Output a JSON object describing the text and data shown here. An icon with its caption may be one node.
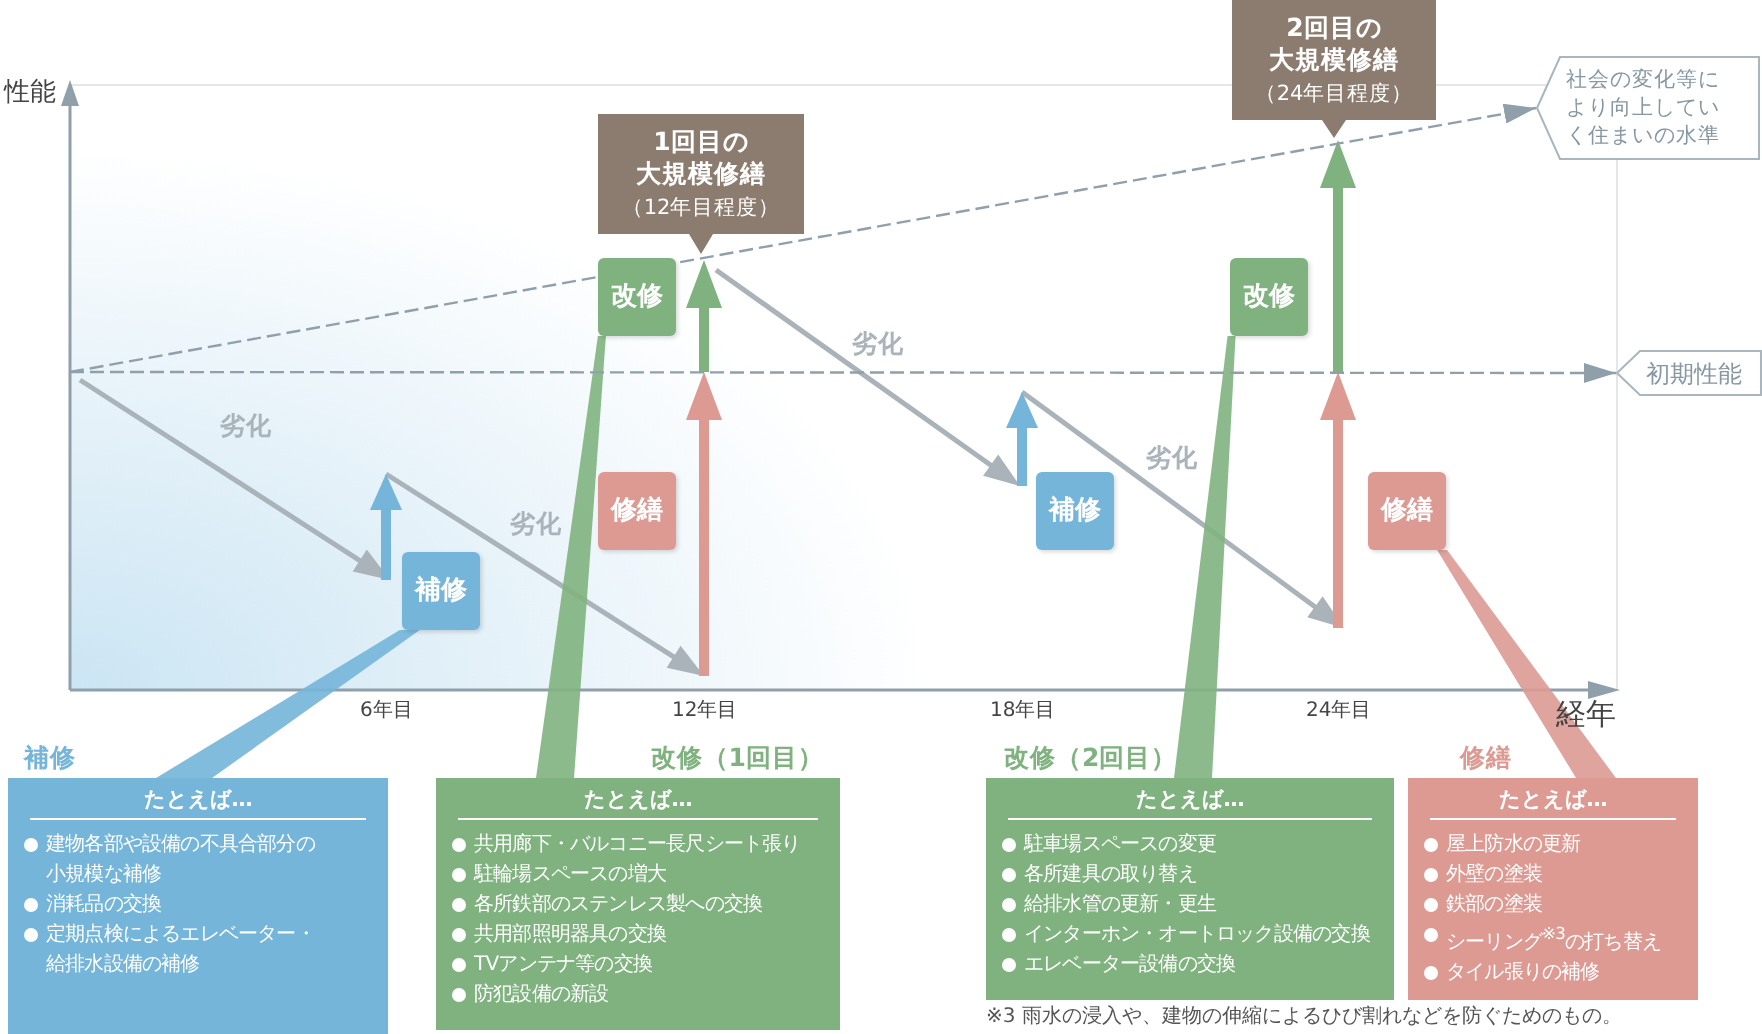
{
  "diagram": {
    "nodes": [
      {
        "text": [
          "1回目の大規模修繕",
          "（12年目程度）"
        ]
      },
      {
        "text": [
          "2回目の大規模修繕",
          "（24年目程度）"
        ]
      },
      {
        "text": [
          "社会の変化等により向上していく住まいの水準"
        ]
      },
      {
        "text": [
          "初期性能"
        ]
      },
      {
        "text": [
          "改修"
        ]
      },
      {
        "text": [
          "修繕"
        ]
      },
      {
        "text": [
          "補修"
        ]
      },
      {
        "text": [
          "補修"
        ]
      },
      {
        "text": [
          "改修"
        ]
      },
      {
        "text": [
          "修繕"
        ]
      },
      {
        "text": [
          "補修",
          "たとえば…",
          "建物各部や設備の不具合部分の小規模な補修",
          "消耗品の交換",
          "定期点検によるエレベーター・給排水設備の補修"
        ]
      },
      {
        "text": [
          "改修（1回目）",
          "たとえば…",
          "共用廊下・バルコニー長尺シート張り",
          "駐輪場スペースの増大",
          "各所鉄部のステンレス製への交換",
          "共用部照明器具の交換",
          "TVアンテナ等の交換",
          "防犯設備の新設"
        ]
      },
      {
        "text": [
          "改修（2回目）",
          "たとえば…",
          "駐車場スペースの変更",
          "各所建具の取り替え",
          "給排水管の更新・更生",
          "インターホン・オートロック設備の交換",
          "エレベーター設備の交換"
        ]
      },
      {
        "text": [
          "修繕",
          "たとえば…",
          "屋上防水の更新",
          "外壁の塗装",
          "鉄部の塗装",
          "シーリング$^{※3}$の打ち替え",
          "タイル張りの補修"
        ]
      }
    ],
    "edges": [
      {
        "from": 6,
        "to": 10,
        "arrow": "none",
        "color": "#74b5d9"
      },
      {
        "from": 4,
        "to": 11,
        "arrow": "none",
        "color": "#7fb27f"
      },
      {
        "from": 8,
        "to": 12,
        "arrow": "none",
        "color": "#7fb27f"
      },
      {
        "from": 9,
        "to": 13,
        "arrow": "none",
        "color": "#dc9a93"
      },
      {
        "from": null,
        "to": 2,
        "arrow": "to",
        "style": "dashed",
        "color": "#8fa0ab"
      },
      {
        "from": null,
        "to": 3,
        "arrow": "to",
        "style": "dashed",
        "color": "#8fa0ab"
      }
    ],
    "labels": [
      "性能",
      "劣化",
      "劣化",
      "劣化",
      "劣化",
      "6年目",
      "12年目",
      "18年目",
      "24年目",
      "経年",
      "※3 雨水の浸入や、建物の伸縮によるひび割れなどを防ぐためのもの。"
    ]
  }
}
